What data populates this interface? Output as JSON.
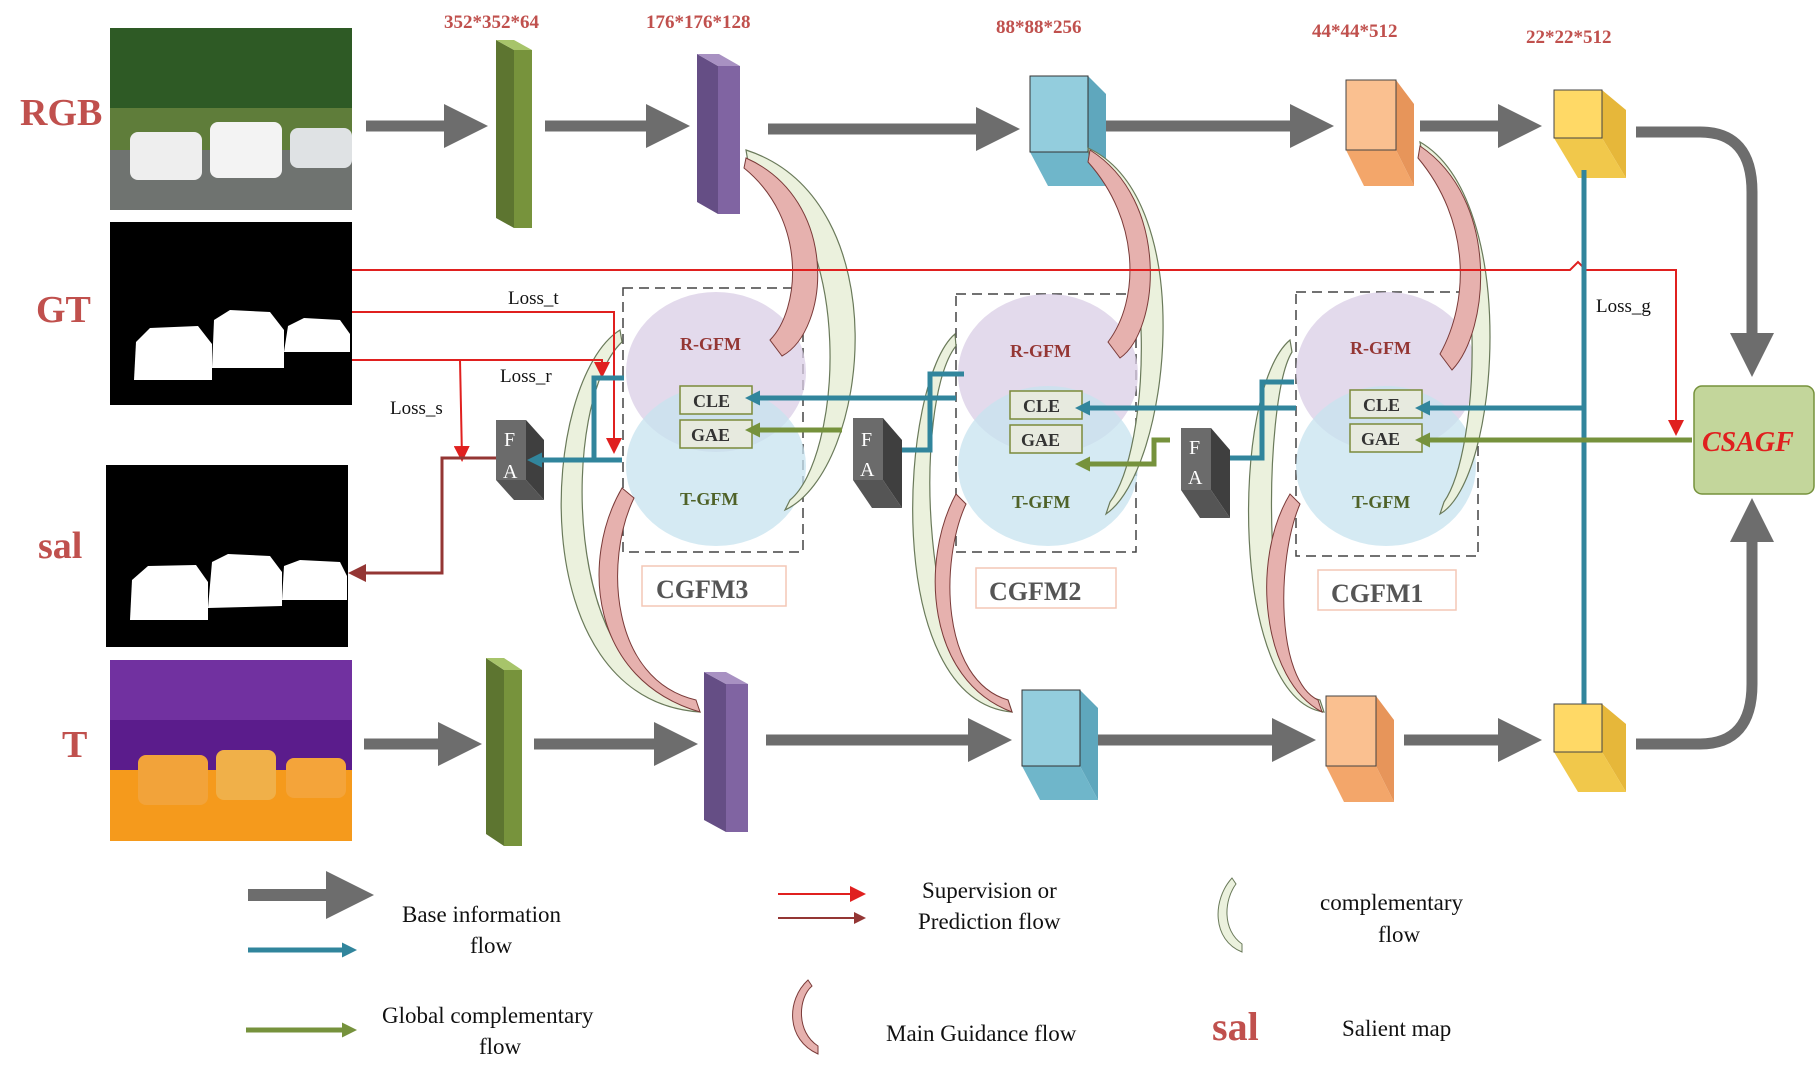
{
  "labels": {
    "rgb": "RGB",
    "gt": "GT",
    "sal": "sal",
    "t": "T"
  },
  "dims": [
    "352*352*64",
    "176*176*128",
    "88*88*256",
    "44*44*512",
    "22*22*512"
  ],
  "modules": [
    {
      "name": "CGFM3",
      "r": "R-GFM",
      "t": "T-GFM",
      "cle": "CLE",
      "gae": "GAE"
    },
    {
      "name": "CGFM2",
      "r": "R-GFM",
      "t": "T-GFM",
      "cle": "CLE",
      "gae": "GAE"
    },
    {
      "name": "CGFM1",
      "r": "R-GFM",
      "t": "T-GFM",
      "cle": "CLE",
      "gae": "GAE"
    }
  ],
  "fa": {
    "top": "F",
    "bottom": "A"
  },
  "losses": {
    "t": "Loss_t",
    "r": "Loss_r",
    "s": "Loss_s",
    "g": "Loss_g"
  },
  "csagf": "CSAGF",
  "legend": {
    "base_line1": "Base information",
    "base_line2": "flow",
    "global_line1": "Global complementary",
    "global_line2": "flow",
    "sup_line1": "Supervision or",
    "sup_line2": "Prediction flow",
    "main_guidance": "Main Guidance flow",
    "comp_line1": "complementary",
    "comp_line2": "flow",
    "sal_symbol": "sal",
    "salient_map": "Salient map"
  },
  "colors": {
    "gray_arrow": "#6d6d6d",
    "blue_flow": "#31859c",
    "green_flow": "#76923c",
    "red_sup": "#e0201f",
    "dark_red_pred": "#943634",
    "label_red": "#c0504d",
    "stage1": "#77933c",
    "stage2": "#8064a2",
    "stage3": "#93cddd",
    "stage4": "#fac090",
    "stage5": "#ffd966",
    "csagf_fill": "#c3d69b",
    "csagf_text": "#e0201f"
  }
}
